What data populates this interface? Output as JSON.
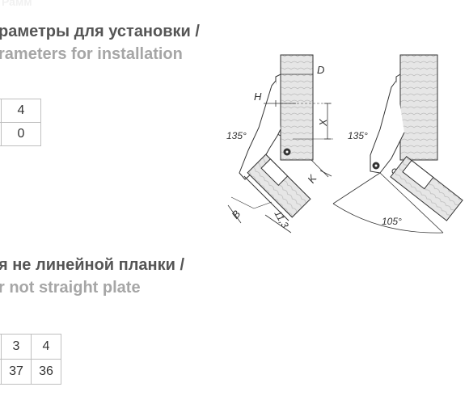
{
  "section1": {
    "ghost": "Рамм",
    "title_ru": "раметры для установки /",
    "title_en": "rameters for installation",
    "table": [
      [
        "4"
      ],
      [
        "0"
      ]
    ]
  },
  "section2": {
    "title_ru": "я не линейной планки /",
    "title_en": "r not straight plate",
    "table": [
      [
        "3",
        "4"
      ],
      [
        "37",
        "36"
      ]
    ]
  },
  "diagram_labels": {
    "D": "D",
    "H": "H",
    "X": "X",
    "K": "K",
    "B": "B",
    "depth": "11,3",
    "angle_left": "135°",
    "angle_right": "135°",
    "opening": "105°"
  },
  "colors": {
    "heading_ru": "#555555",
    "heading_en": "#a6a6a6",
    "line": "#333333",
    "wood": "#e2e2e2"
  }
}
